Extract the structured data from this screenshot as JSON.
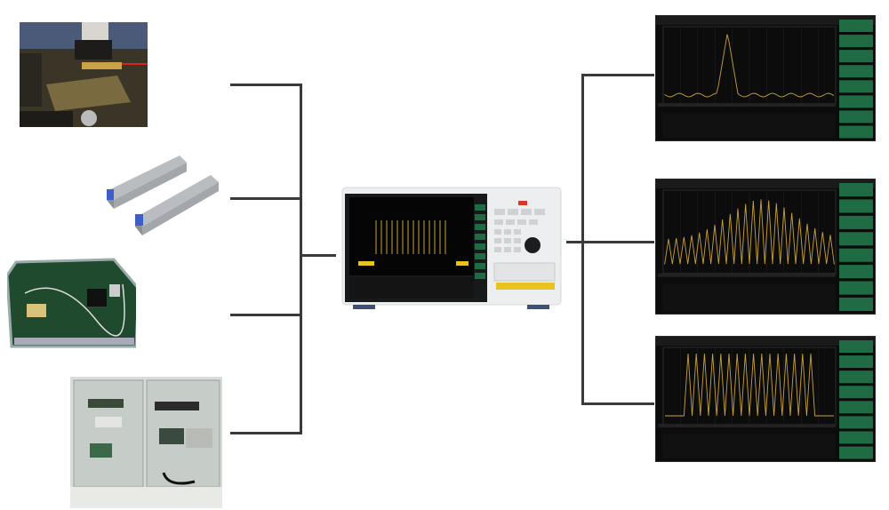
{
  "diagram": {
    "colors": {
      "connector": "#3a3a3a",
      "screen_bg": "#0c0c0c",
      "trace": "#c8a23a",
      "softkey": "#1f6b44",
      "device_body": "#eceeef",
      "accent_yellow": "#e8c21e",
      "accent_red": "#d23a2a"
    },
    "sources": [
      {
        "id": "probe-station",
        "icon": "probe-station-photo"
      },
      {
        "id": "sfp-transceivers",
        "icon": "sfp-module-photo"
      },
      {
        "id": "circuit-board-module",
        "icon": "pcb-module-photo"
      },
      {
        "id": "test-rack",
        "icon": "instrument-rack-photo"
      }
    ],
    "center_device": {
      "icon": "optical-spectrum-analyzer"
    },
    "outputs": [
      {
        "id": "single-peak-spectrum",
        "shape": "single-peak",
        "peaks": 1
      },
      {
        "id": "comb-envelope-spectrum",
        "shape": "gaussian-comb",
        "peaks": 22
      },
      {
        "id": "flat-comb-spectrum",
        "shape": "flat-comb",
        "peaks": 16
      }
    ]
  }
}
